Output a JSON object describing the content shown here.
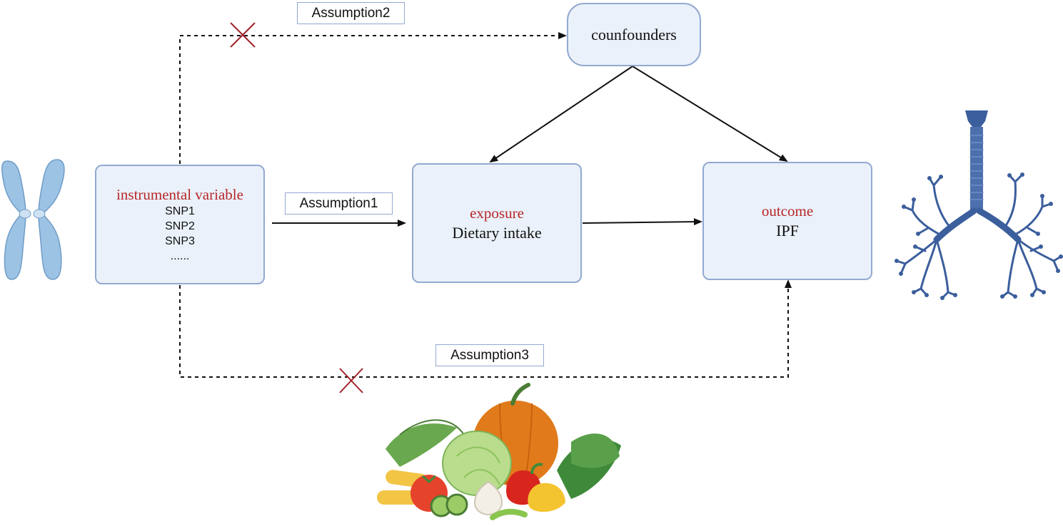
{
  "boxes": {
    "confounders": {
      "label": "counfounders"
    },
    "instrument": {
      "title": "instrumental variable",
      "snps": [
        "SNP1",
        "SNP2",
        "SNP3",
        "......"
      ]
    },
    "exposure": {
      "title": "exposure",
      "subtitle": "Dietary intake"
    },
    "outcome": {
      "title": "outcome",
      "subtitle": "IPF"
    }
  },
  "assumptions": {
    "a1": "Assumption1",
    "a2": "Assumption2",
    "a3": "Assumption3"
  },
  "colors": {
    "box_fill": "#eaf1fa",
    "box_border": "#93a9d0",
    "accent_red": "#b8272a",
    "chromosome": "#9cc3e4",
    "lung": "#3b5e9c",
    "cross": "#a0232b"
  },
  "icons": [
    "chromosome-icon",
    "lungs-icon",
    "vegetables-icon",
    "cross-mark-icon"
  ]
}
